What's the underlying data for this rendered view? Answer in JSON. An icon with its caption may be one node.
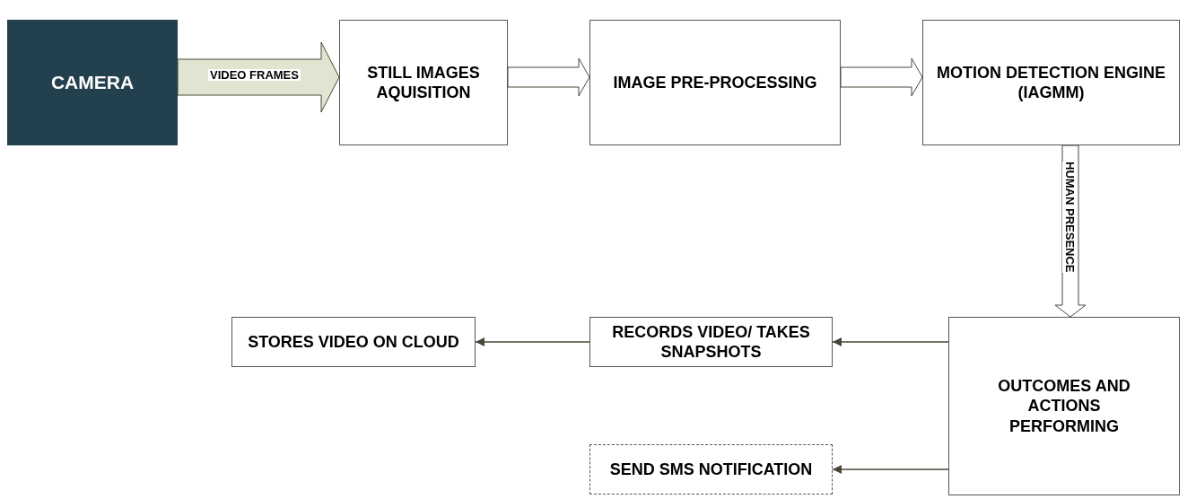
{
  "diagram": {
    "nodes": [
      {
        "text": [
          "CAMERA"
        ]
      },
      {
        "text": [
          "STILL IMAGES AQUISITION"
        ]
      },
      {
        "text": [
          "IMAGE PRE-PROCESSING"
        ]
      },
      {
        "text": [
          "MOTION DETECTION ENGINE (IAGMM)"
        ]
      },
      {
        "text": [
          "STORES VIDEO ON CLOUD"
        ]
      },
      {
        "text": [
          "RECORDS VIDEO/ TAKES SNAPSHOTS"
        ]
      },
      {
        "text": [
          "OUTCOMES AND ACTIONS PERFORMING"
        ]
      },
      {
        "text": [
          "SEND SMS NOTIFICATION"
        ]
      }
    ],
    "edges": [
      {
        "from": 0,
        "to": 1,
        "arrow": "to",
        "label": "VIDEO FRAMES",
        "style": "thick",
        "color": "#dfe5d0"
      },
      {
        "from": 1,
        "to": 2,
        "arrow": "to",
        "style": "thick"
      },
      {
        "from": 2,
        "to": 3,
        "arrow": "to",
        "style": "thick"
      },
      {
        "from": 3,
        "to": 6,
        "arrow": "to",
        "label": "HUMAN PRESENCE",
        "style": "thick"
      },
      {
        "from": 6,
        "to": 5,
        "arrow": "to"
      },
      {
        "from": 5,
        "to": 4,
        "arrow": "to"
      },
      {
        "from": 6,
        "to": 7,
        "arrow": "to"
      }
    ]
  }
}
